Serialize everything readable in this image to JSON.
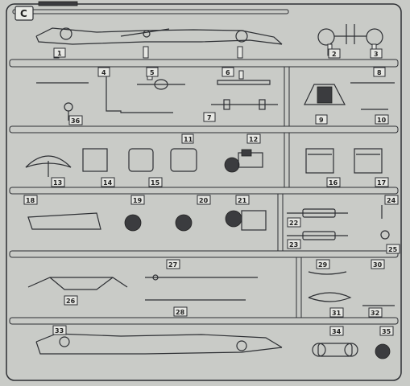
{
  "sprue": {
    "letter": "C",
    "part_numbers": [
      "1",
      "2",
      "3",
      "4",
      "5",
      "6",
      "7",
      "8",
      "9",
      "10",
      "11",
      "12",
      "13",
      "14",
      "15",
      "16",
      "17",
      "18",
      "19",
      "20",
      "21",
      "22",
      "23",
      "24",
      "25",
      "26",
      "27",
      "28",
      "29",
      "30",
      "31",
      "32",
      "33",
      "34",
      "35",
      "36"
    ]
  },
  "colors": {
    "plastic": "#c9cbc7",
    "outline": "#2d2f33",
    "tag": "#e6e7e3"
  }
}
